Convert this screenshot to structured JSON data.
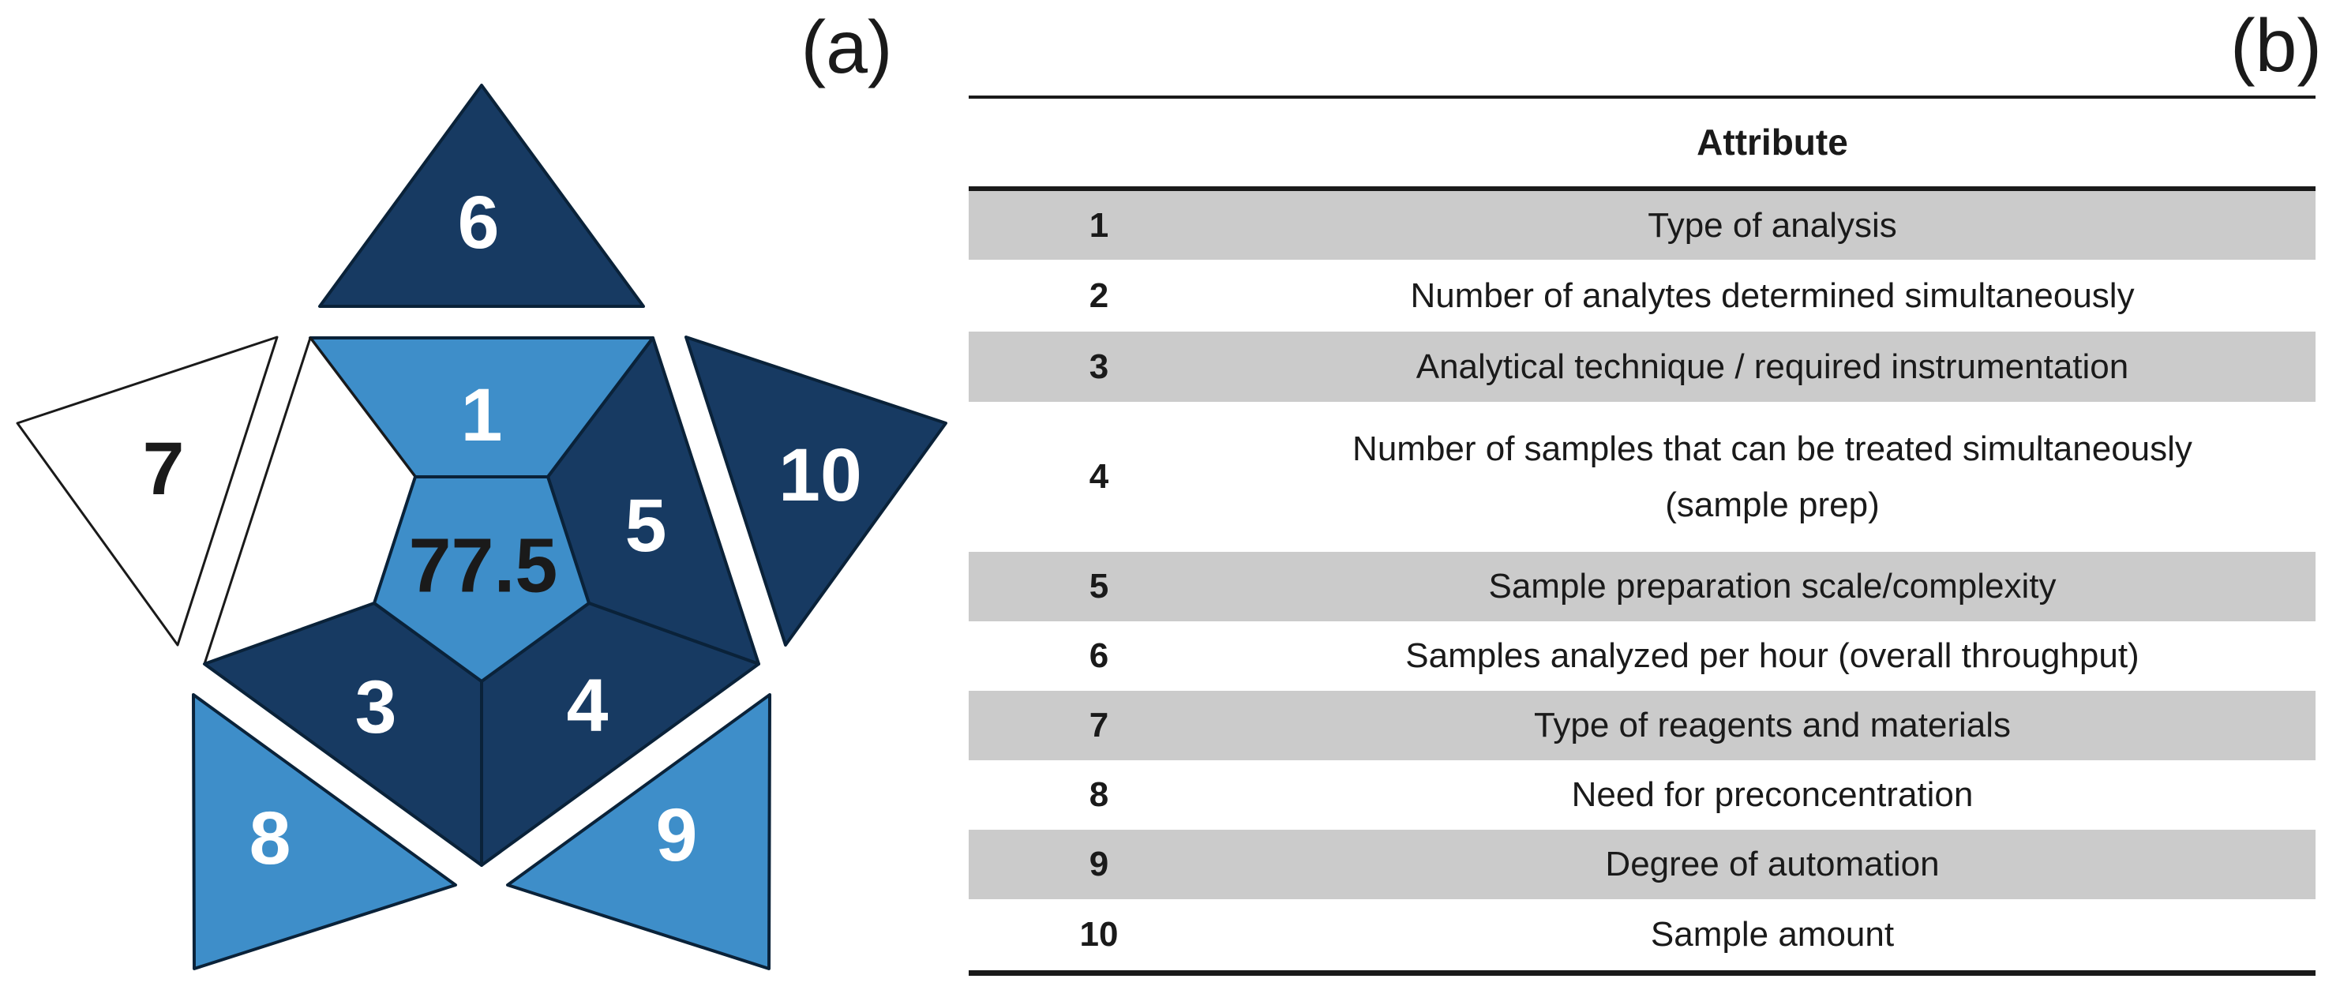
{
  "panel_a": {
    "label": "(a)",
    "score": "77.5",
    "labels": {
      "s1": "1",
      "s3": "3",
      "s4": "4",
      "s5": "5",
      "t6": "6",
      "t7": "7",
      "t8": "8",
      "t9": "9",
      "t10": "10"
    },
    "colors": {
      "dark_blue": "#173A62",
      "medium_blue": "#3E8EC9",
      "white": "#FFFFFF",
      "score_text": "#1A1A1A",
      "number_text": "#FFFFFF"
    }
  },
  "panel_b": {
    "label": "(b)",
    "header": "Attribute",
    "row_shade_color": "#CBCBCB",
    "rows": [
      {
        "num": "1",
        "attribute": "Type of analysis"
      },
      {
        "num": "2",
        "attribute": "Number of analytes determined simultaneously"
      },
      {
        "num": "3",
        "attribute": "Analytical technique / required instrumentation"
      },
      {
        "num": "4",
        "attribute": "Number of samples that can be treated simultaneously\n(sample prep)"
      },
      {
        "num": "5",
        "attribute": "Sample preparation scale/complexity"
      },
      {
        "num": "6",
        "attribute": "Samples analyzed per hour (overall throughput)"
      },
      {
        "num": "7",
        "attribute": "Type of reagents and materials"
      },
      {
        "num": "8",
        "attribute": "Need for preconcentration"
      },
      {
        "num": "9",
        "attribute": "Degree of automation"
      },
      {
        "num": "10",
        "attribute": "Sample amount"
      }
    ]
  },
  "chart_data": {
    "type": "table",
    "score": 77.5,
    "categories": [
      "1",
      "2",
      "3",
      "4",
      "5",
      "6",
      "7",
      "8",
      "9",
      "10"
    ],
    "segment_fill": [
      "medium_blue",
      "white",
      "dark_blue",
      "dark_blue",
      "dark_blue",
      "dark_blue",
      "white",
      "medium_blue",
      "medium_blue",
      "dark_blue"
    ],
    "attributes": [
      "Type of analysis",
      "Number of analytes determined simultaneously",
      "Analytical technique / required instrumentation",
      "Number of samples that can be treated simultaneously (sample prep)",
      "Sample preparation scale/complexity",
      "Samples analyzed per hour (overall throughput)",
      "Type of reagents and materials",
      "Need for preconcentration",
      "Degree of automation",
      "Sample amount"
    ]
  }
}
